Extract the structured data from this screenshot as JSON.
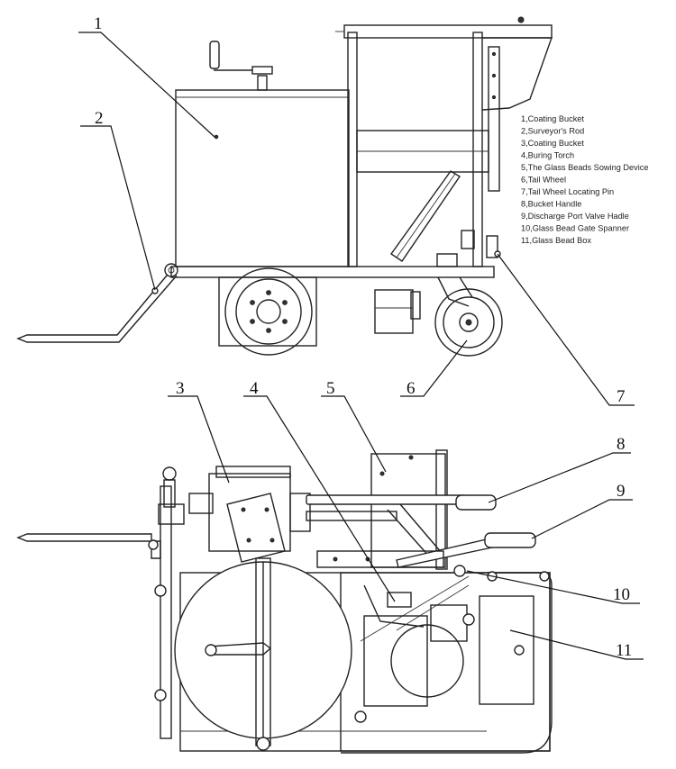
{
  "callouts": [
    {
      "id": "1",
      "text": "1"
    },
    {
      "id": "2",
      "text": "2"
    },
    {
      "id": "3",
      "text": "3"
    },
    {
      "id": "4",
      "text": "4"
    },
    {
      "id": "5",
      "text": "5"
    },
    {
      "id": "6",
      "text": "6"
    },
    {
      "id": "7",
      "text": "7"
    },
    {
      "id": "8",
      "text": "8"
    },
    {
      "id": "9",
      "text": "9"
    },
    {
      "id": "10",
      "text": "10"
    },
    {
      "id": "11",
      "text": "11"
    }
  ],
  "legend": [
    "1,Coating Bucket",
    "2,Surveyor's Rod",
    "3,Coating Bucket",
    "4,Buring Torch",
    "5,The Glass Beads Sowing Device",
    "6,Tail Wheel",
    "7,Tail Wheel Locating Pin",
    "8,Bucket Handle",
    "9,Discharge Port Valve Hadle",
    "10,Glass Bead Gate Spanner",
    "11,Glass Bead Box"
  ]
}
